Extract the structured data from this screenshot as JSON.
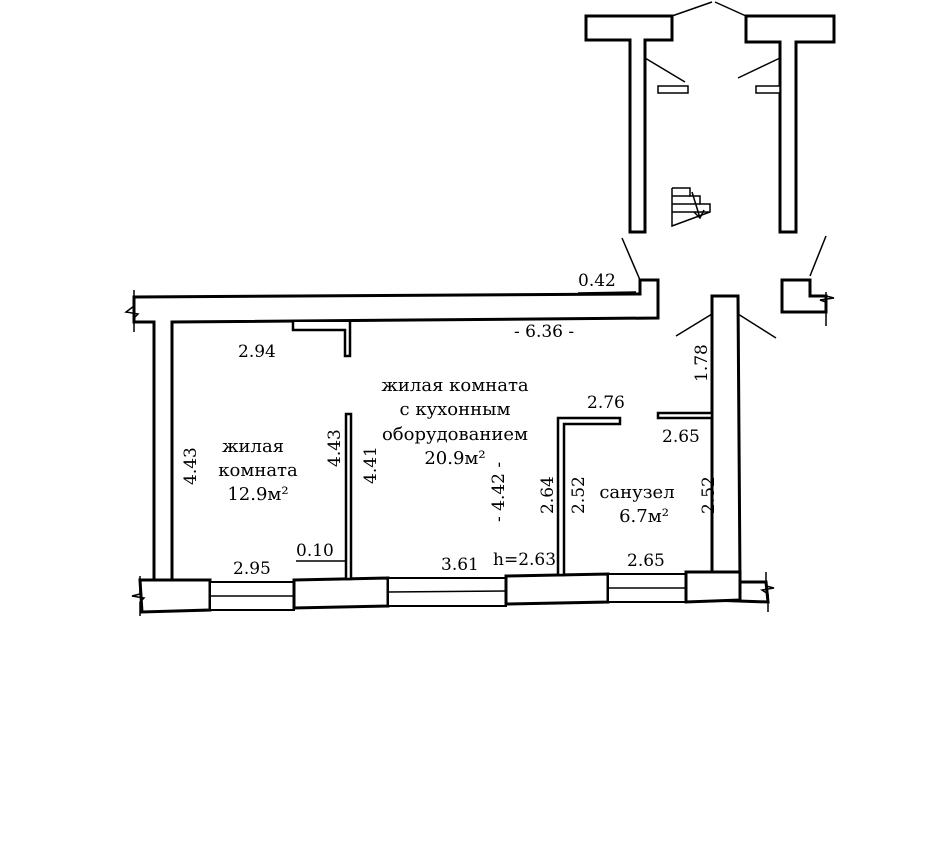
{
  "rooms": [
    {
      "name_lines": [
        "жилая",
        "комната"
      ],
      "area": "12.9м²"
    },
    {
      "name_lines": [
        "жилая комната",
        "с кухонным",
        "оборудованием"
      ],
      "area": "20.9м²"
    },
    {
      "name_lines": [
        "санузел"
      ],
      "area": "6.7м²"
    }
  ],
  "dimensions": {
    "notch": "0.42",
    "top_length": "- 6.36 -",
    "room1_top": "2.94",
    "room1_left": "4.43",
    "room1_right": "4.43",
    "partition_right": "4.41",
    "partition_thickness": "0.10",
    "room1_bottom": "2.95",
    "room2_bottom": "3.61",
    "room2_depth": "- 4.42 -",
    "ceiling_height": "h=2.63",
    "bath_top_left": "2.76",
    "bath_top_right": "2.65",
    "bath_left_outer": "2.64",
    "bath_left_inner": "2.52",
    "bath_right": "2.52",
    "bath_bottom": "2.65",
    "corridor": "1.78"
  }
}
